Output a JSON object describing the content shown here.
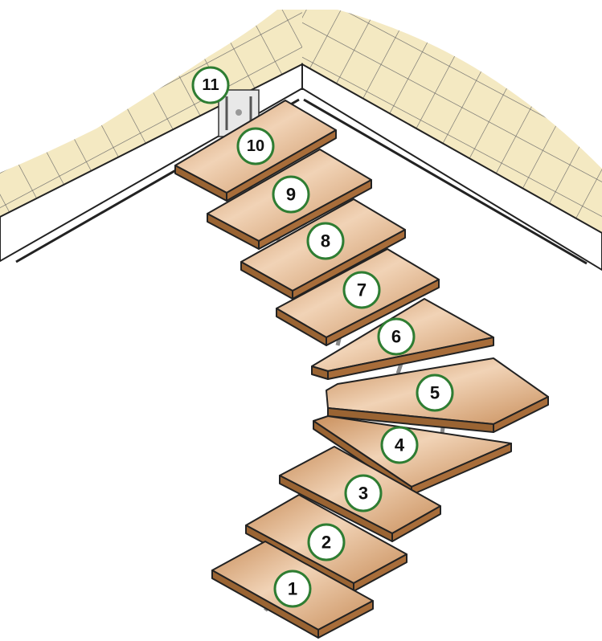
{
  "steps": [
    {
      "label": "1"
    },
    {
      "label": "2"
    },
    {
      "label": "3"
    },
    {
      "label": "4"
    },
    {
      "label": "5"
    },
    {
      "label": "6"
    },
    {
      "label": "7"
    },
    {
      "label": "8"
    },
    {
      "label": "9"
    },
    {
      "label": "10"
    },
    {
      "label": "11"
    }
  ],
  "colors": {
    "tread_top": "#d9a679",
    "tread_highlight": "#f1d3b6",
    "tread_side": "#9a6433",
    "floor_tile": "#f4e9c2",
    "grid_line": "#555555",
    "badge_ring": "#2e7d32",
    "wall": "#ffffff",
    "outline": "#222222"
  }
}
